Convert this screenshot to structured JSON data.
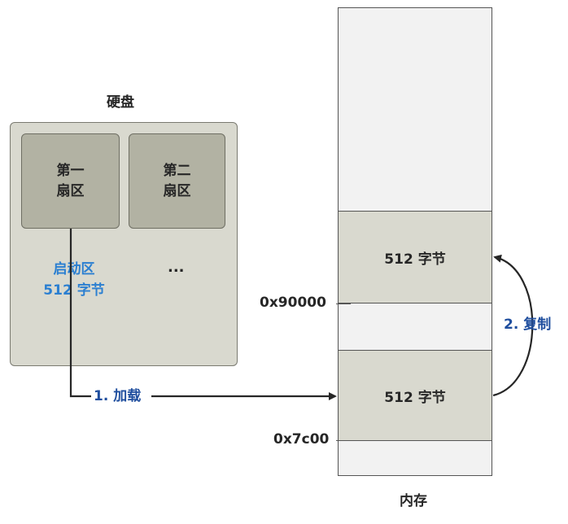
{
  "disk": {
    "title": "硬盘",
    "sector1": {
      "line1": "第一",
      "line2": "扇区"
    },
    "sector2": {
      "line1": "第二",
      "line2": "扇区"
    },
    "ellipsis": "...",
    "boot_label": {
      "line1": "启动区",
      "line2": "512 字节"
    }
  },
  "memory": {
    "title": "内存",
    "block_upper": "512 字节",
    "block_lower": "512 字节",
    "addr_upper": "0x90000",
    "addr_lower": "0x7c00"
  },
  "steps": {
    "load": "1. 加载",
    "copy": "2. 复制"
  },
  "colors": {
    "accent_blue": "#2b7fd1",
    "step_blue": "#1f4e9e",
    "line": "#262626"
  }
}
